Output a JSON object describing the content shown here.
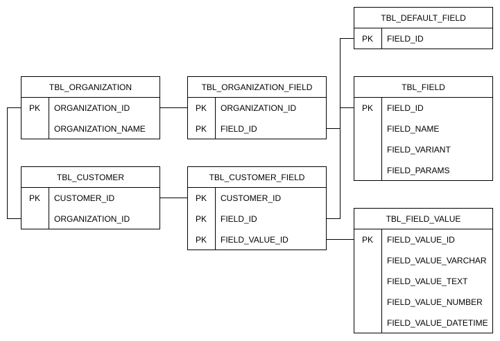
{
  "tables": {
    "default_field": {
      "title": "TBL_DEFAULT_FIELD",
      "rows": [
        {
          "key": "PK",
          "field": "FIELD_ID"
        }
      ]
    },
    "organization": {
      "title": "TBL_ORGANIZATION",
      "rows": [
        {
          "key": "PK",
          "field": "ORGANIZATION_ID"
        },
        {
          "key": "",
          "field": "ORGANIZATION_NAME"
        }
      ]
    },
    "organization_field": {
      "title": "TBL_ORGANIZATION_FIELD",
      "rows": [
        {
          "key": "PK",
          "field": "ORGANIZATION_ID"
        },
        {
          "key": "PK",
          "field": "FIELD_ID"
        }
      ]
    },
    "field": {
      "title": "TBL_FIELD",
      "rows": [
        {
          "key": "PK",
          "field": "FIELD_ID"
        },
        {
          "key": "",
          "field": "FIELD_NAME"
        },
        {
          "key": "",
          "field": "FIELD_VARIANT"
        },
        {
          "key": "",
          "field": "FIELD_PARAMS"
        }
      ]
    },
    "customer": {
      "title": "TBL_CUSTOMER",
      "rows": [
        {
          "key": "PK",
          "field": "CUSTOMER_ID"
        },
        {
          "key": "",
          "field": "ORGANIZATION_ID"
        }
      ]
    },
    "customer_field": {
      "title": "TBL_CUSTOMER_FIELD",
      "rows": [
        {
          "key": "PK",
          "field": "CUSTOMER_ID"
        },
        {
          "key": "PK",
          "field": "FIELD_ID"
        },
        {
          "key": "PK",
          "field": "FIELD_VALUE_ID"
        }
      ]
    },
    "field_value": {
      "title": "TBL_FIELD_VALUE",
      "rows": [
        {
          "key": "PK",
          "field": "FIELD_VALUE_ID"
        },
        {
          "key": "",
          "field": "FIELD_VALUE_VARCHAR"
        },
        {
          "key": "",
          "field": "FIELD_VALUE_TEXT"
        },
        {
          "key": "",
          "field": "FIELD_VALUE_NUMBER"
        },
        {
          "key": "",
          "field": "FIELD_VALUE_DATETIME"
        }
      ]
    }
  }
}
